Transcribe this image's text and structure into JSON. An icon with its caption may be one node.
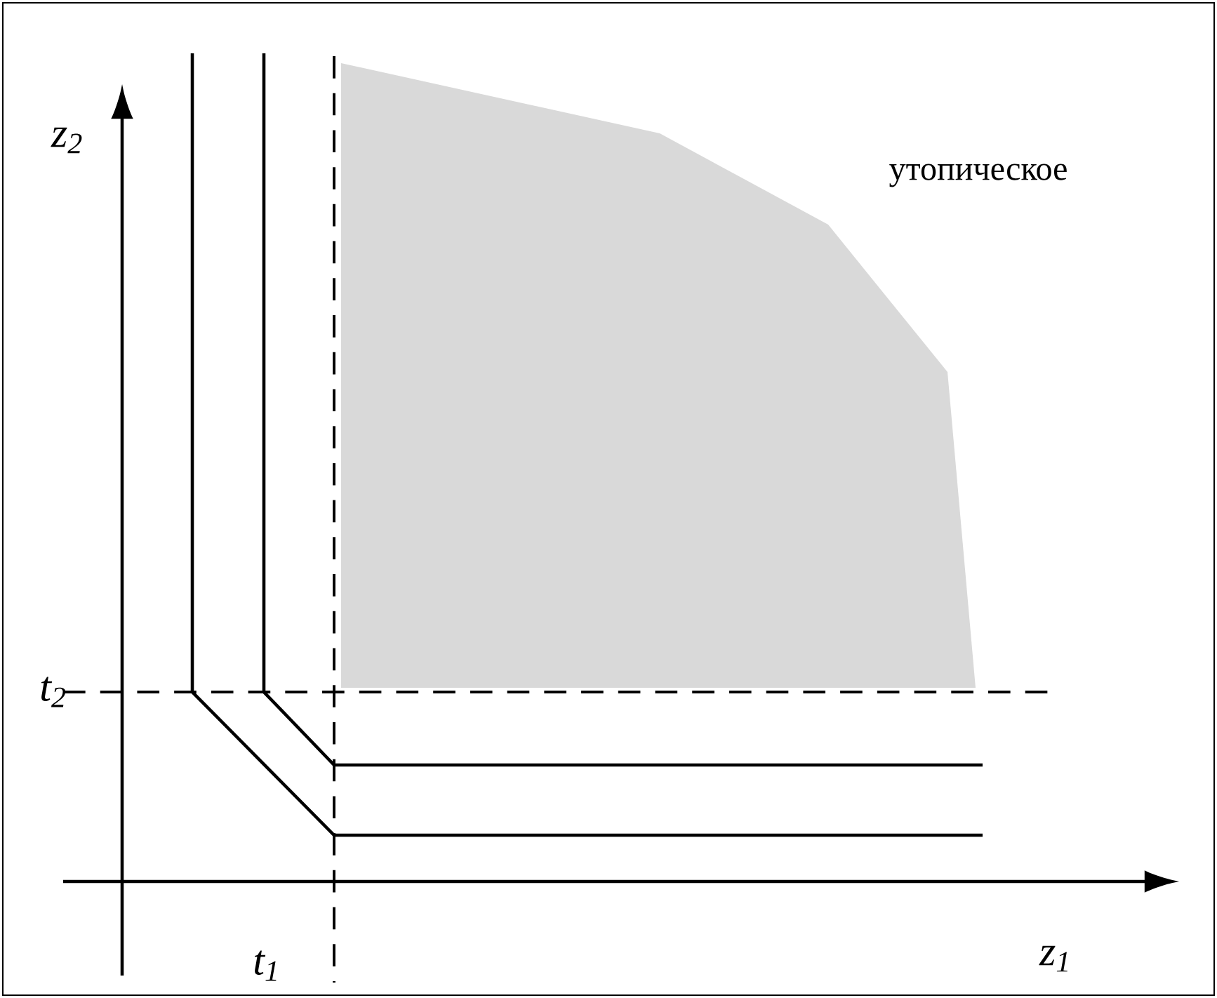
{
  "diagram": {
    "labels": [
      "z$_{2}$",
      "утопическое",
      "t$_{2}$",
      "t$_{1}$",
      "z$_{1}$"
    ]
  }
}
